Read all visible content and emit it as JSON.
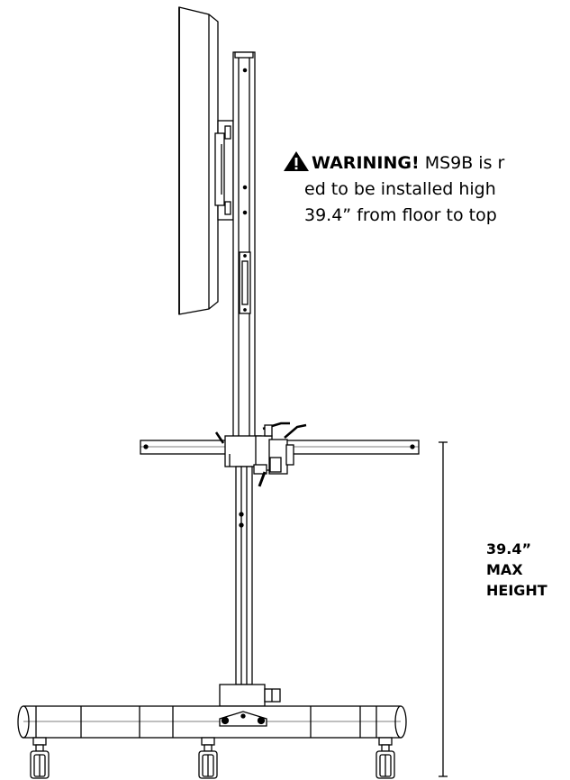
{
  "warning": {
    "label": "WARINING!",
    "line1": "MS9B is r",
    "line2": "ed to be installed high",
    "line3": "39.4” from floor to top"
  },
  "dimension": {
    "value": "39.4”",
    "line2": "MAX",
    "line3": "HEIGHT"
  },
  "icons": [
    "warning-triangle-icon"
  ],
  "colors": {
    "line": "#000000",
    "background": "#ffffff"
  }
}
